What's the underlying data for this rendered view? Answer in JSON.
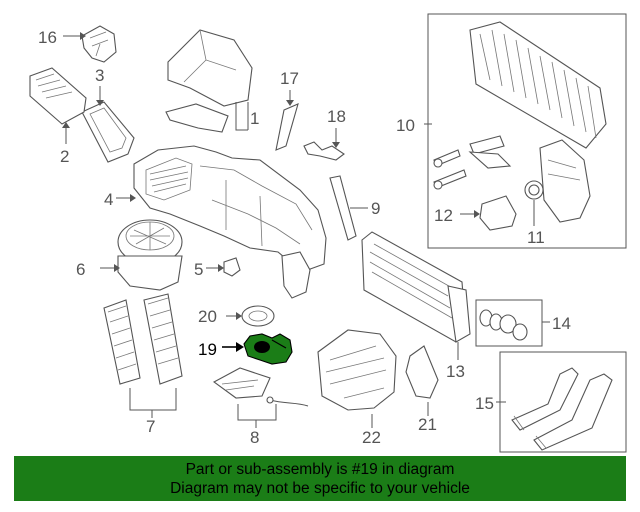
{
  "diagram": {
    "callouts": [
      "1",
      "2",
      "3",
      "4",
      "5",
      "6",
      "7",
      "8",
      "9",
      "10",
      "11",
      "12",
      "13",
      "14",
      "15",
      "16",
      "17",
      "18",
      "19",
      "20",
      "21",
      "22"
    ],
    "highlighted_part": "19",
    "highlight_color": "#1b7d17"
  },
  "banner": {
    "line1": "Part or sub-assembly is #19 in diagram",
    "line2": "Diagram may not be specific to your vehicle",
    "background": "#1b7d17"
  }
}
